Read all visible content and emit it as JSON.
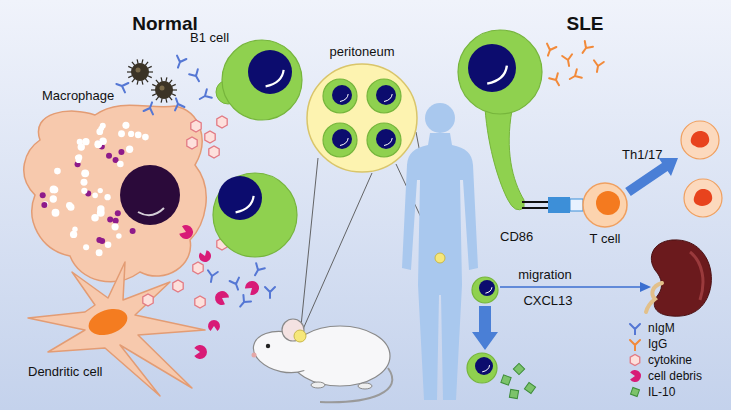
{
  "diagram": {
    "nodes": [
      {
        "text": [
          "B1 cell"
        ]
      },
      {
        "text": [
          "Macrophage"
        ]
      },
      {
        "text": [
          "peritoneum"
        ]
      },
      {
        "text": [
          "Dendritic cell"
        ]
      },
      {
        "text": [
          "T cell"
        ]
      }
    ],
    "labels": [
      "Normal",
      "SLE",
      "Th1/17",
      "CD86",
      "migration",
      "CXCL13"
    ],
    "legend": [
      {
        "text": "nIgM"
      },
      {
        "text": "IgG"
      },
      {
        "text": "cytokine"
      },
      {
        "text": "cell debris"
      },
      {
        "text": "IL-10"
      }
    ]
  }
}
